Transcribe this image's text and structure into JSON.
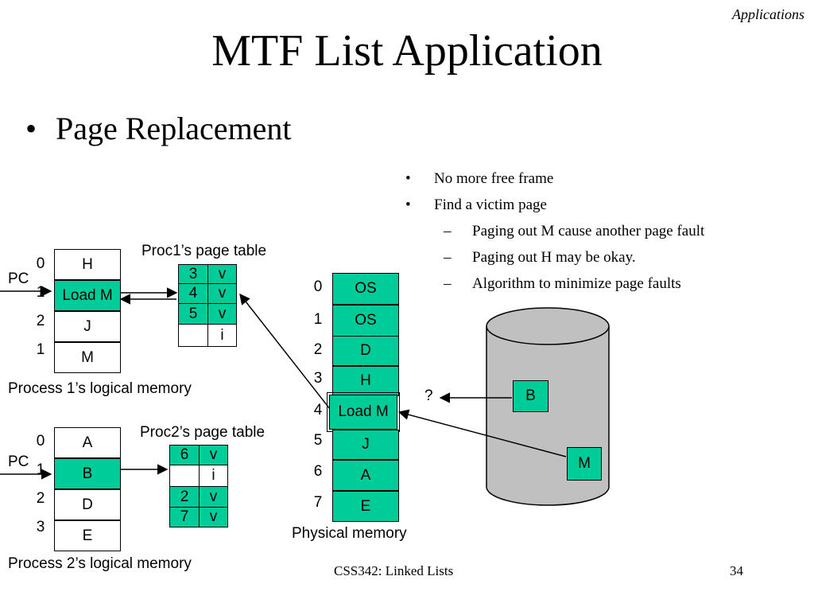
{
  "header_tag": "Applications",
  "title": "MTF List Application",
  "main_bullet": {
    "marker": "•",
    "text": "Page Replacement"
  },
  "side_notes": [
    {
      "marker": "•",
      "text": "No more free frame"
    },
    {
      "marker": "•",
      "text": "Find a victim page"
    },
    {
      "marker": "–",
      "text": "Paging out M cause another page fault"
    },
    {
      "marker": "–",
      "text": "Paging out H may be okay."
    },
    {
      "marker": "–",
      "text": "Algorithm to minimize page faults"
    }
  ],
  "process1": {
    "label_pre": "Process 1",
    "label_post": "’s logical memory",
    "pc_label": "PC",
    "indices": [
      "0",
      "1",
      "2",
      "1"
    ],
    "cells": [
      "H",
      "Load M",
      "J",
      "M"
    ],
    "highlight_index": 1
  },
  "process2": {
    "label_pre": "Process 2",
    "label_post": "’s logical memory",
    "pc_label": "PC",
    "indices": [
      "0",
      "1",
      "2",
      "3"
    ],
    "cells": [
      "A",
      "B",
      "D",
      "E"
    ],
    "highlight_index": 1
  },
  "page_table1": {
    "title_pre": "Proc1",
    "title_post": "’s page table",
    "rows": [
      {
        "frame": "3",
        "bit": "v"
      },
      {
        "frame": "4",
        "bit": "v"
      },
      {
        "frame": "5",
        "bit": "v"
      },
      {
        "frame": "",
        "bit": "i"
      }
    ]
  },
  "page_table2": {
    "title_pre": "Proc2",
    "title_post": "’s page table",
    "rows": [
      {
        "frame": "6",
        "bit": "v"
      },
      {
        "frame": "",
        "bit": "i"
      },
      {
        "frame": "2",
        "bit": "v"
      },
      {
        "frame": "7",
        "bit": "v"
      }
    ]
  },
  "physical_memory": {
    "label": "Physical memory",
    "indices": [
      "0",
      "1",
      "2",
      "3",
      "4",
      "5",
      "6",
      "7"
    ],
    "cells": [
      "OS",
      "OS",
      "D",
      "H",
      "Load M",
      "J",
      "A",
      "E"
    ],
    "highlight_index": 4
  },
  "disk": {
    "items": [
      "B",
      "M"
    ],
    "unknown_label": "?"
  },
  "colors": {
    "green": "#00cc99",
    "disk_fill": "#c0c0c0"
  },
  "footer": {
    "course": "CSS342: Linked Lists",
    "page": "34"
  }
}
